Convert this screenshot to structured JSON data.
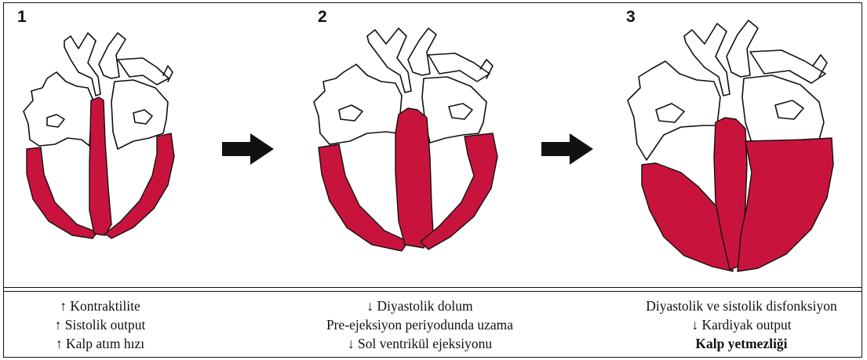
{
  "stages": [
    {
      "number": "1",
      "captions": [
        "↑ Kontraktilite",
        "↑ Sistolik output",
        "↑ Kalp atım hızı"
      ],
      "bold_line": ""
    },
    {
      "number": "2",
      "captions": [
        "↓ Diyastolik dolum",
        "Pre-ejeksiyon periyodunda uzama",
        "↓ Sol ventrikül ejeksiyonu"
      ],
      "bold_line": ""
    },
    {
      "number": "3",
      "captions": [
        "Diyastolik ve sistolik disfonksiyon",
        "↓ Kardiyak output"
      ],
      "bold_line": "Kalp yetmezliği"
    }
  ],
  "colors": {
    "muscle": "#c8143c",
    "outline": "#111111",
    "arrow": "#111111"
  },
  "icons": [
    "heart-illustration",
    "right-arrow-icon"
  ]
}
